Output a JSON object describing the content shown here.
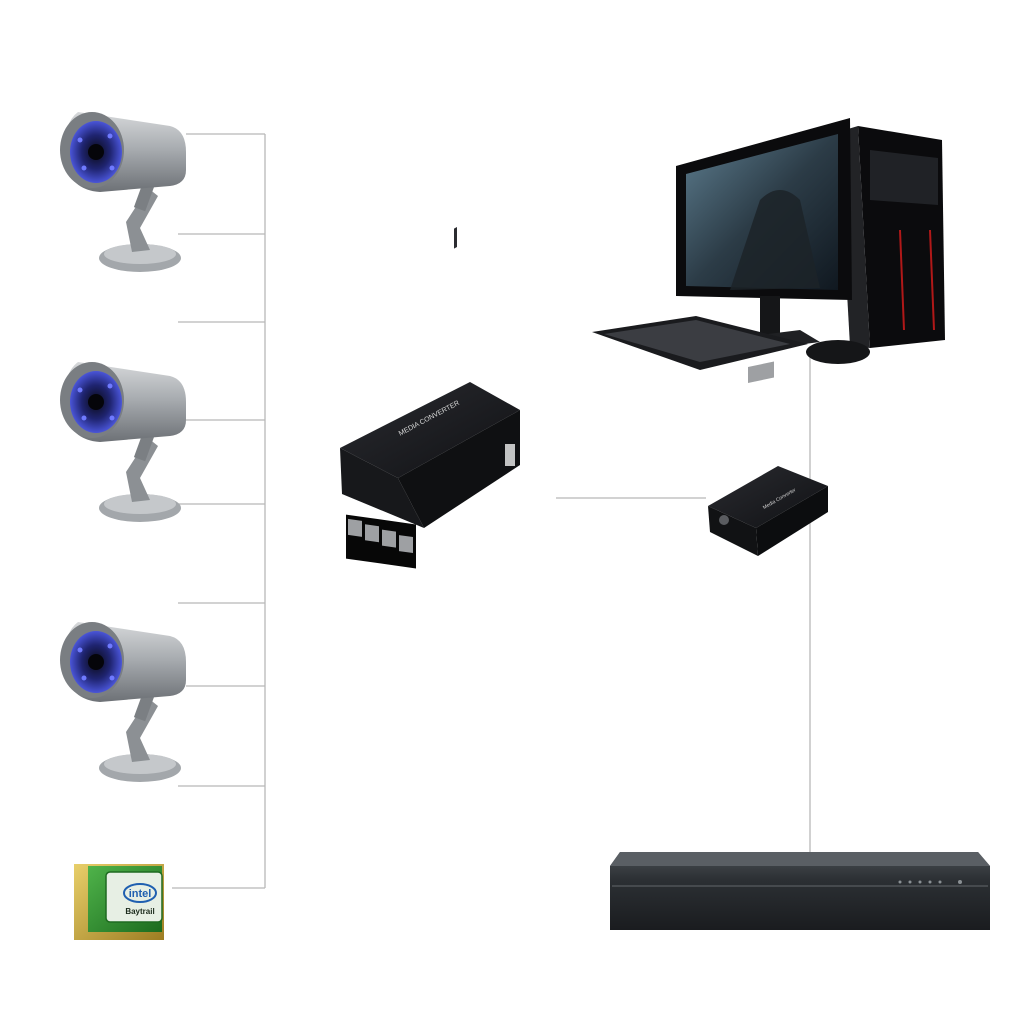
{
  "devices": {
    "chip": {
      "brand": "intel",
      "model": "Baytrail",
      "icon": "intel-chip-icon"
    },
    "media_converter_large": {
      "label": "MEDIA CONVERTER",
      "icon": "ethernet-switch-icon"
    },
    "media_converter_small": {
      "label": "Media Converter",
      "icon": "media-converter-icon"
    },
    "cameras": [
      {
        "icon": "cctv-camera-icon"
      },
      {
        "icon": "cctv-camera-icon"
      },
      {
        "icon": "cctv-camera-icon"
      }
    ],
    "computer": {
      "icon": "desktop-computer-icon"
    },
    "recorder": {
      "icon": "nvr-recorder-icon"
    }
  },
  "colors": {
    "line": "#b8b8b8",
    "device_dark": "#1c1d20",
    "chip_green": "#2d8a2e",
    "chip_gold": "#c9a83a",
    "camera_gray": "#9ea2a6",
    "led_blue": "#3a46d8"
  }
}
